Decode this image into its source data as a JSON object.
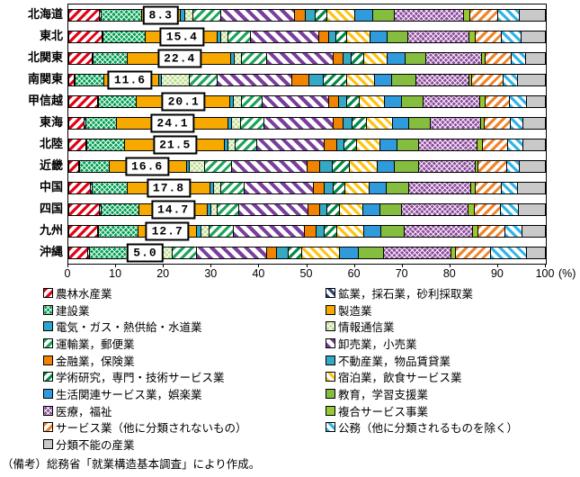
{
  "chart_data": {
    "type": "bar",
    "stacked": true,
    "orientation": "horizontal",
    "unit": "%",
    "xlim": [
      0,
      100
    ],
    "x_ticks": [
      "0",
      "10",
      "20",
      "30",
      "40",
      "50",
      "60",
      "70",
      "80",
      "90",
      "100"
    ],
    "x_unit_suffix": "(%)",
    "grid": false,
    "value_labels_category": "製造業",
    "categories": [
      {
        "label": "農林水産業",
        "color": "#E60012",
        "pattern": "stripe-f"
      },
      {
        "label": "鉱業，採石業，砂利採取業",
        "color": "#27427C",
        "pattern": "stripe-b"
      },
      {
        "label": "建設業",
        "color": "#00A051",
        "pattern": "lattice"
      },
      {
        "label": "製造業",
        "color": "#F8A900",
        "pattern": "solid"
      },
      {
        "label": "電気・ガス・熱供給・水道業",
        "color": "#29A8CE",
        "pattern": "solid"
      },
      {
        "label": "情報通信業",
        "color": "#BFDD92",
        "pattern": "lattice"
      },
      {
        "label": "運輸業，郵便業",
        "color": "#1AA659",
        "pattern": "stripe-f"
      },
      {
        "label": "卸売業，小売業",
        "color": "#7B3F9B",
        "pattern": "stripe-b-wide"
      },
      {
        "label": "金融業，保険業",
        "color": "#F08300",
        "pattern": "solid"
      },
      {
        "label": "不動産業，物品賃貸業",
        "color": "#35A8C4",
        "pattern": "solid"
      },
      {
        "label": "学術研究，専門・技術サービス業",
        "color": "#008A45",
        "pattern": "stripe-f"
      },
      {
        "label": "宿泊業，飲食サービス業",
        "color": "#FFC30E",
        "pattern": "stripe-b"
      },
      {
        "label": "生活関連サービス業，娯楽業",
        "color": "#2F9BDC",
        "pattern": "solid"
      },
      {
        "label": "教育，学習支援業",
        "color": "#85BE3F",
        "pattern": "solid"
      },
      {
        "label": "医療，福祉",
        "color": "#8E4C9E",
        "pattern": "lattice"
      },
      {
        "label": "複合サービス事業",
        "color": "#97C832",
        "pattern": "solid"
      },
      {
        "label": "サービス業（他に分類されないもの）",
        "color": "#F08328",
        "pattern": "stripe-f"
      },
      {
        "label": "公務（他に分類されるものを除く）",
        "color": "#2FB4E9",
        "pattern": "stripe-b"
      },
      {
        "label": "分類不能の産業",
        "color": "#C9C9CA",
        "pattern": "solid"
      }
    ],
    "regions": [
      {
        "name": "北海道",
        "mfg_label": "8.3",
        "values": [
          6.5,
          0.2,
          8.5,
          8.3,
          0.7,
          1.7,
          5.8,
          15.9,
          2.2,
          1.9,
          2.4,
          5.8,
          3.7,
          4.6,
          14.8,
          1.1,
          5.9,
          4.5,
          5.5
        ]
      },
      {
        "name": "東北",
        "mfg_label": "15.4",
        "values": [
          7.0,
          0.1,
          9.0,
          15.4,
          0.6,
          1.3,
          4.8,
          14.6,
          2.0,
          1.4,
          2.2,
          4.8,
          3.5,
          4.4,
          13.0,
          1.2,
          5.6,
          4.1,
          5.0
        ]
      },
      {
        "name": "北関東",
        "mfg_label": "22.4",
        "values": [
          4.8,
          0.1,
          7.2,
          22.4,
          0.5,
          1.4,
          5.2,
          14.4,
          2.0,
          1.5,
          2.5,
          5.0,
          3.6,
          4.4,
          11.8,
          0.7,
          5.4,
          3.0,
          4.1
        ]
      },
      {
        "name": "南関東",
        "mfg_label": "11.6",
        "values": [
          0.9,
          0.0,
          6.2,
          11.6,
          0.4,
          6.0,
          5.8,
          16.0,
          3.5,
          3.1,
          4.8,
          5.9,
          3.6,
          4.9,
          11.5,
          0.4,
          6.6,
          2.9,
          5.9
        ]
      },
      {
        "name": "甲信越",
        "mfg_label": "20.1",
        "values": [
          6.0,
          0.1,
          8.0,
          20.1,
          0.6,
          1.5,
          4.4,
          14.2,
          2.1,
          1.5,
          2.6,
          5.2,
          3.5,
          4.6,
          12.0,
          1.0,
          5.2,
          3.4,
          4.0
        ]
      },
      {
        "name": "東海",
        "mfg_label": "24.1",
        "values": [
          3.2,
          0.1,
          6.5,
          24.1,
          0.5,
          1.7,
          5.0,
          14.8,
          2.1,
          1.7,
          3.0,
          5.3,
          3.4,
          4.5,
          10.7,
          0.6,
          5.6,
          2.5,
          4.7
        ]
      },
      {
        "name": "北陸",
        "mfg_label": "21.5",
        "values": [
          3.5,
          0.1,
          8.0,
          21.5,
          0.6,
          1.4,
          4.4,
          14.6,
          2.4,
          1.4,
          2.6,
          4.9,
          3.4,
          4.6,
          12.5,
          1.0,
          5.3,
          3.2,
          4.6
        ]
      },
      {
        "name": "近畿",
        "mfg_label": "16.6",
        "values": [
          1.9,
          0.0,
          6.3,
          16.6,
          0.5,
          3.0,
          5.7,
          16.2,
          2.7,
          2.5,
          3.6,
          5.8,
          3.5,
          5.0,
          12.2,
          0.5,
          6.0,
          2.6,
          5.4
        ]
      },
      {
        "name": "中国",
        "mfg_label": "17.8",
        "values": [
          4.5,
          0.1,
          7.5,
          17.8,
          0.6,
          1.4,
          4.9,
          14.9,
          2.2,
          1.6,
          2.4,
          5.2,
          3.5,
          4.6,
          13.3,
          0.9,
          5.4,
          3.3,
          5.9
        ]
      },
      {
        "name": "四国",
        "mfg_label": "14.7",
        "values": [
          6.5,
          0.1,
          8.0,
          14.7,
          0.6,
          1.3,
          4.5,
          14.8,
          2.3,
          1.5,
          2.4,
          5.0,
          3.4,
          4.5,
          14.4,
          1.1,
          5.5,
          3.7,
          5.7
        ]
      },
      {
        "name": "九州",
        "mfg_label": "12.7",
        "values": [
          6.0,
          0.1,
          8.3,
          12.7,
          0.6,
          1.6,
          5.2,
          15.2,
          2.3,
          1.7,
          2.5,
          5.6,
          3.6,
          4.8,
          14.8,
          1.0,
          5.6,
          3.6,
          4.8
        ]
      },
      {
        "name": "沖縄",
        "mfg_label": "5.0",
        "values": [
          4.0,
          0.1,
          9.5,
          5.0,
          0.6,
          2.2,
          5.0,
          15.0,
          2.1,
          2.2,
          2.8,
          8.0,
          4.0,
          5.3,
          14.5,
          0.7,
          7.5,
          7.5,
          4.0
        ]
      }
    ]
  },
  "legend": {
    "left_indices": [
      0,
      2,
      4,
      6,
      8,
      10,
      12,
      14,
      16,
      18
    ],
    "right_indices": [
      1,
      3,
      5,
      7,
      9,
      11,
      13,
      15,
      17
    ]
  },
  "note": "（備考）総務省「就業構造基本調査」により作成。"
}
